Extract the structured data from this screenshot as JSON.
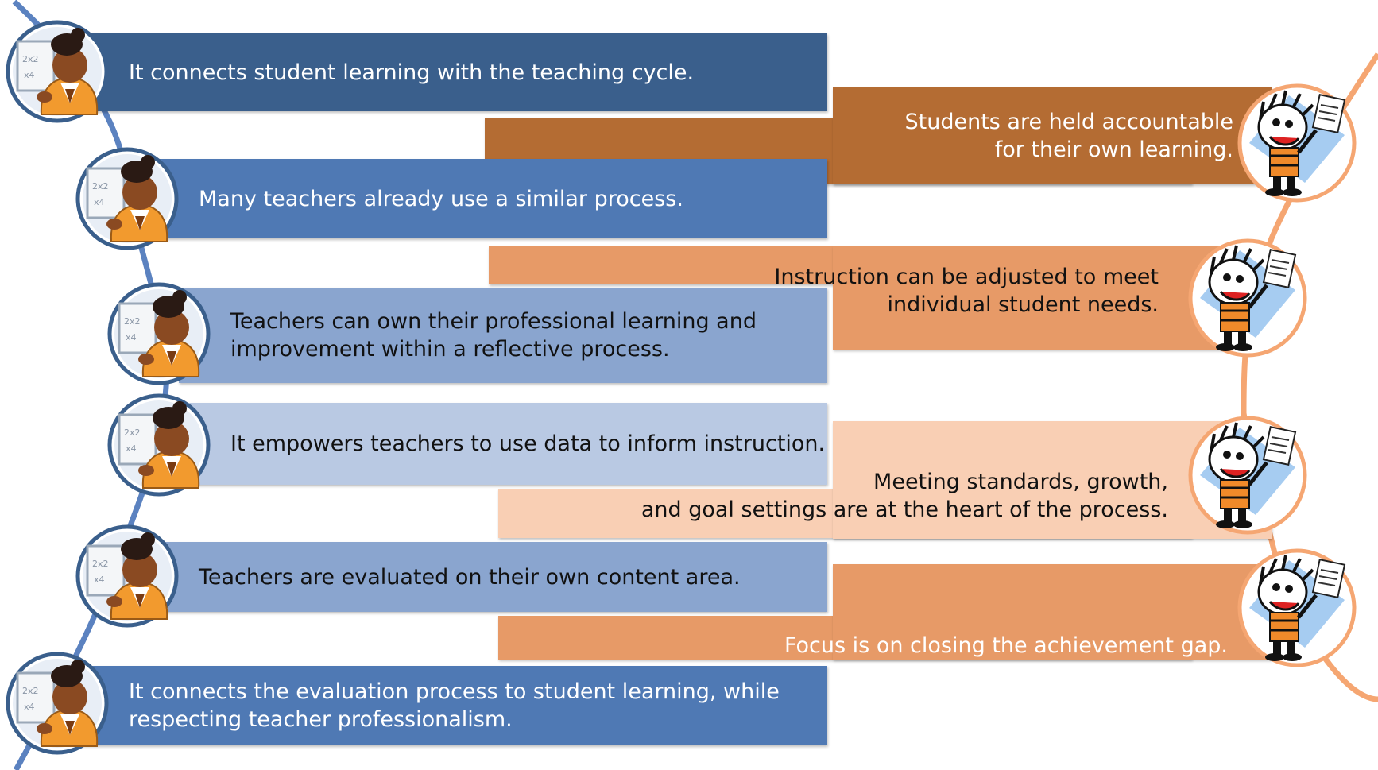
{
  "colors": {
    "blue_dark": "#3a5f8c",
    "blue_mid": "#4f79b4",
    "blue_light": "#8aa5cf",
    "blue_pale": "#b9c9e3",
    "orange_dark": "#b46c33",
    "orange_mid": "#e79a67",
    "orange_pale": "#f9cfb4",
    "connector_blue": "#5b82c0",
    "connector_orange": "#f5a672"
  },
  "teacher_points": [
    {
      "lines": [
        "It connects student learning with the teaching cycle."
      ],
      "color": "#3a5f8c",
      "text_color": "#ffffff"
    },
    {
      "lines": [
        "Many teachers already use a similar process."
      ],
      "color": "#4f79b4",
      "text_color": "#ffffff"
    },
    {
      "lines": [
        "Teachers can own their professional learning and",
        "improvement within a reflective process."
      ],
      "color": "#8aa5cf",
      "text_color": "#111111"
    },
    {
      "lines": [
        "It empowers teachers to use data to inform instruction."
      ],
      "color": "#b9c9e3",
      "text_color": "#111111"
    },
    {
      "lines": [
        "Teachers are evaluated on their own content area."
      ],
      "color": "#8aa5cf",
      "text_color": "#111111"
    },
    {
      "lines": [
        "It connects the evaluation process to student learning, while",
        "respecting teacher professionalism."
      ],
      "color": "#4f79b4",
      "text_color": "#ffffff"
    }
  ],
  "student_points": [
    {
      "lines": [
        "Students are held accountable",
        "for their own learning."
      ],
      "color": "#b46c33",
      "text_color": "#ffffff"
    },
    {
      "lines": [
        "Instruction can be adjusted to meet",
        "individual student needs."
      ],
      "color": "#e79a67",
      "text_color": "#111111"
    },
    {
      "lines": [
        "Meeting standards, growth,",
        "and goal settings are at the heart of the process."
      ],
      "color": "#f9cfb4",
      "text_color": "#111111"
    },
    {
      "lines": [
        "Focus is on closing the achievement gap."
      ],
      "color": "#e79a67",
      "text_color": "#ffffff"
    }
  ],
  "icons": {
    "teacher": "teacher-at-board-icon",
    "student": "student-with-paper-icon"
  }
}
